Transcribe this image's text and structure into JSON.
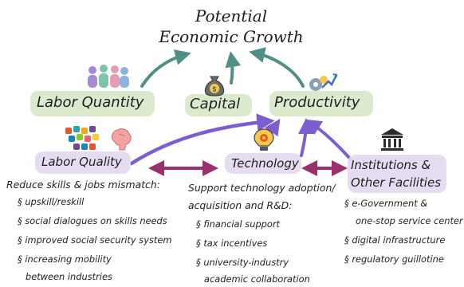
{
  "title": {
    "line1": "Potential",
    "line2": "Economic Growth"
  },
  "nodes": {
    "labor_quantity": "Labor Quantity",
    "capital": "Capital",
    "productivity": "Productivity",
    "labor_quality": "Labor Quality",
    "technology": "Technology",
    "institutions_line1": "Institutions &",
    "institutions_line2": "Other Facilities"
  },
  "labor_quality_panel": {
    "heading": "Reduce skills & jobs mismatch:",
    "items": [
      "§ upskill/reskill",
      "§ social dialogues on skills needs",
      "§ improved social security system",
      "§ increasing mobility",
      "between industries"
    ]
  },
  "technology_panel": {
    "heading_line1": "Support technology adoption/",
    "heading_line2": "acquisition and R&D:",
    "items": [
      "§ financial support",
      "§ tax incentives",
      "§ university-industry",
      "academic collaboration"
    ]
  },
  "institutions_panel": {
    "items": [
      "§ e-Government &",
      "one-stop service center",
      "§ digital infrastructure",
      "§ regulatory guillotine"
    ]
  },
  "colors": {
    "teal_arrow": "#4f8f86",
    "purple_arrow": "#7b5fd1",
    "magenta_arrow": "#9c2f6e",
    "green_highlight": "#d5e6c4",
    "purple_highlight": "#e2d8f1"
  },
  "icons": [
    "people-icon",
    "money-bag-icon",
    "gears-chart-icon",
    "app-icons-icon",
    "brain-icon",
    "lightbulb-gear-icon",
    "government-building-icon"
  ]
}
